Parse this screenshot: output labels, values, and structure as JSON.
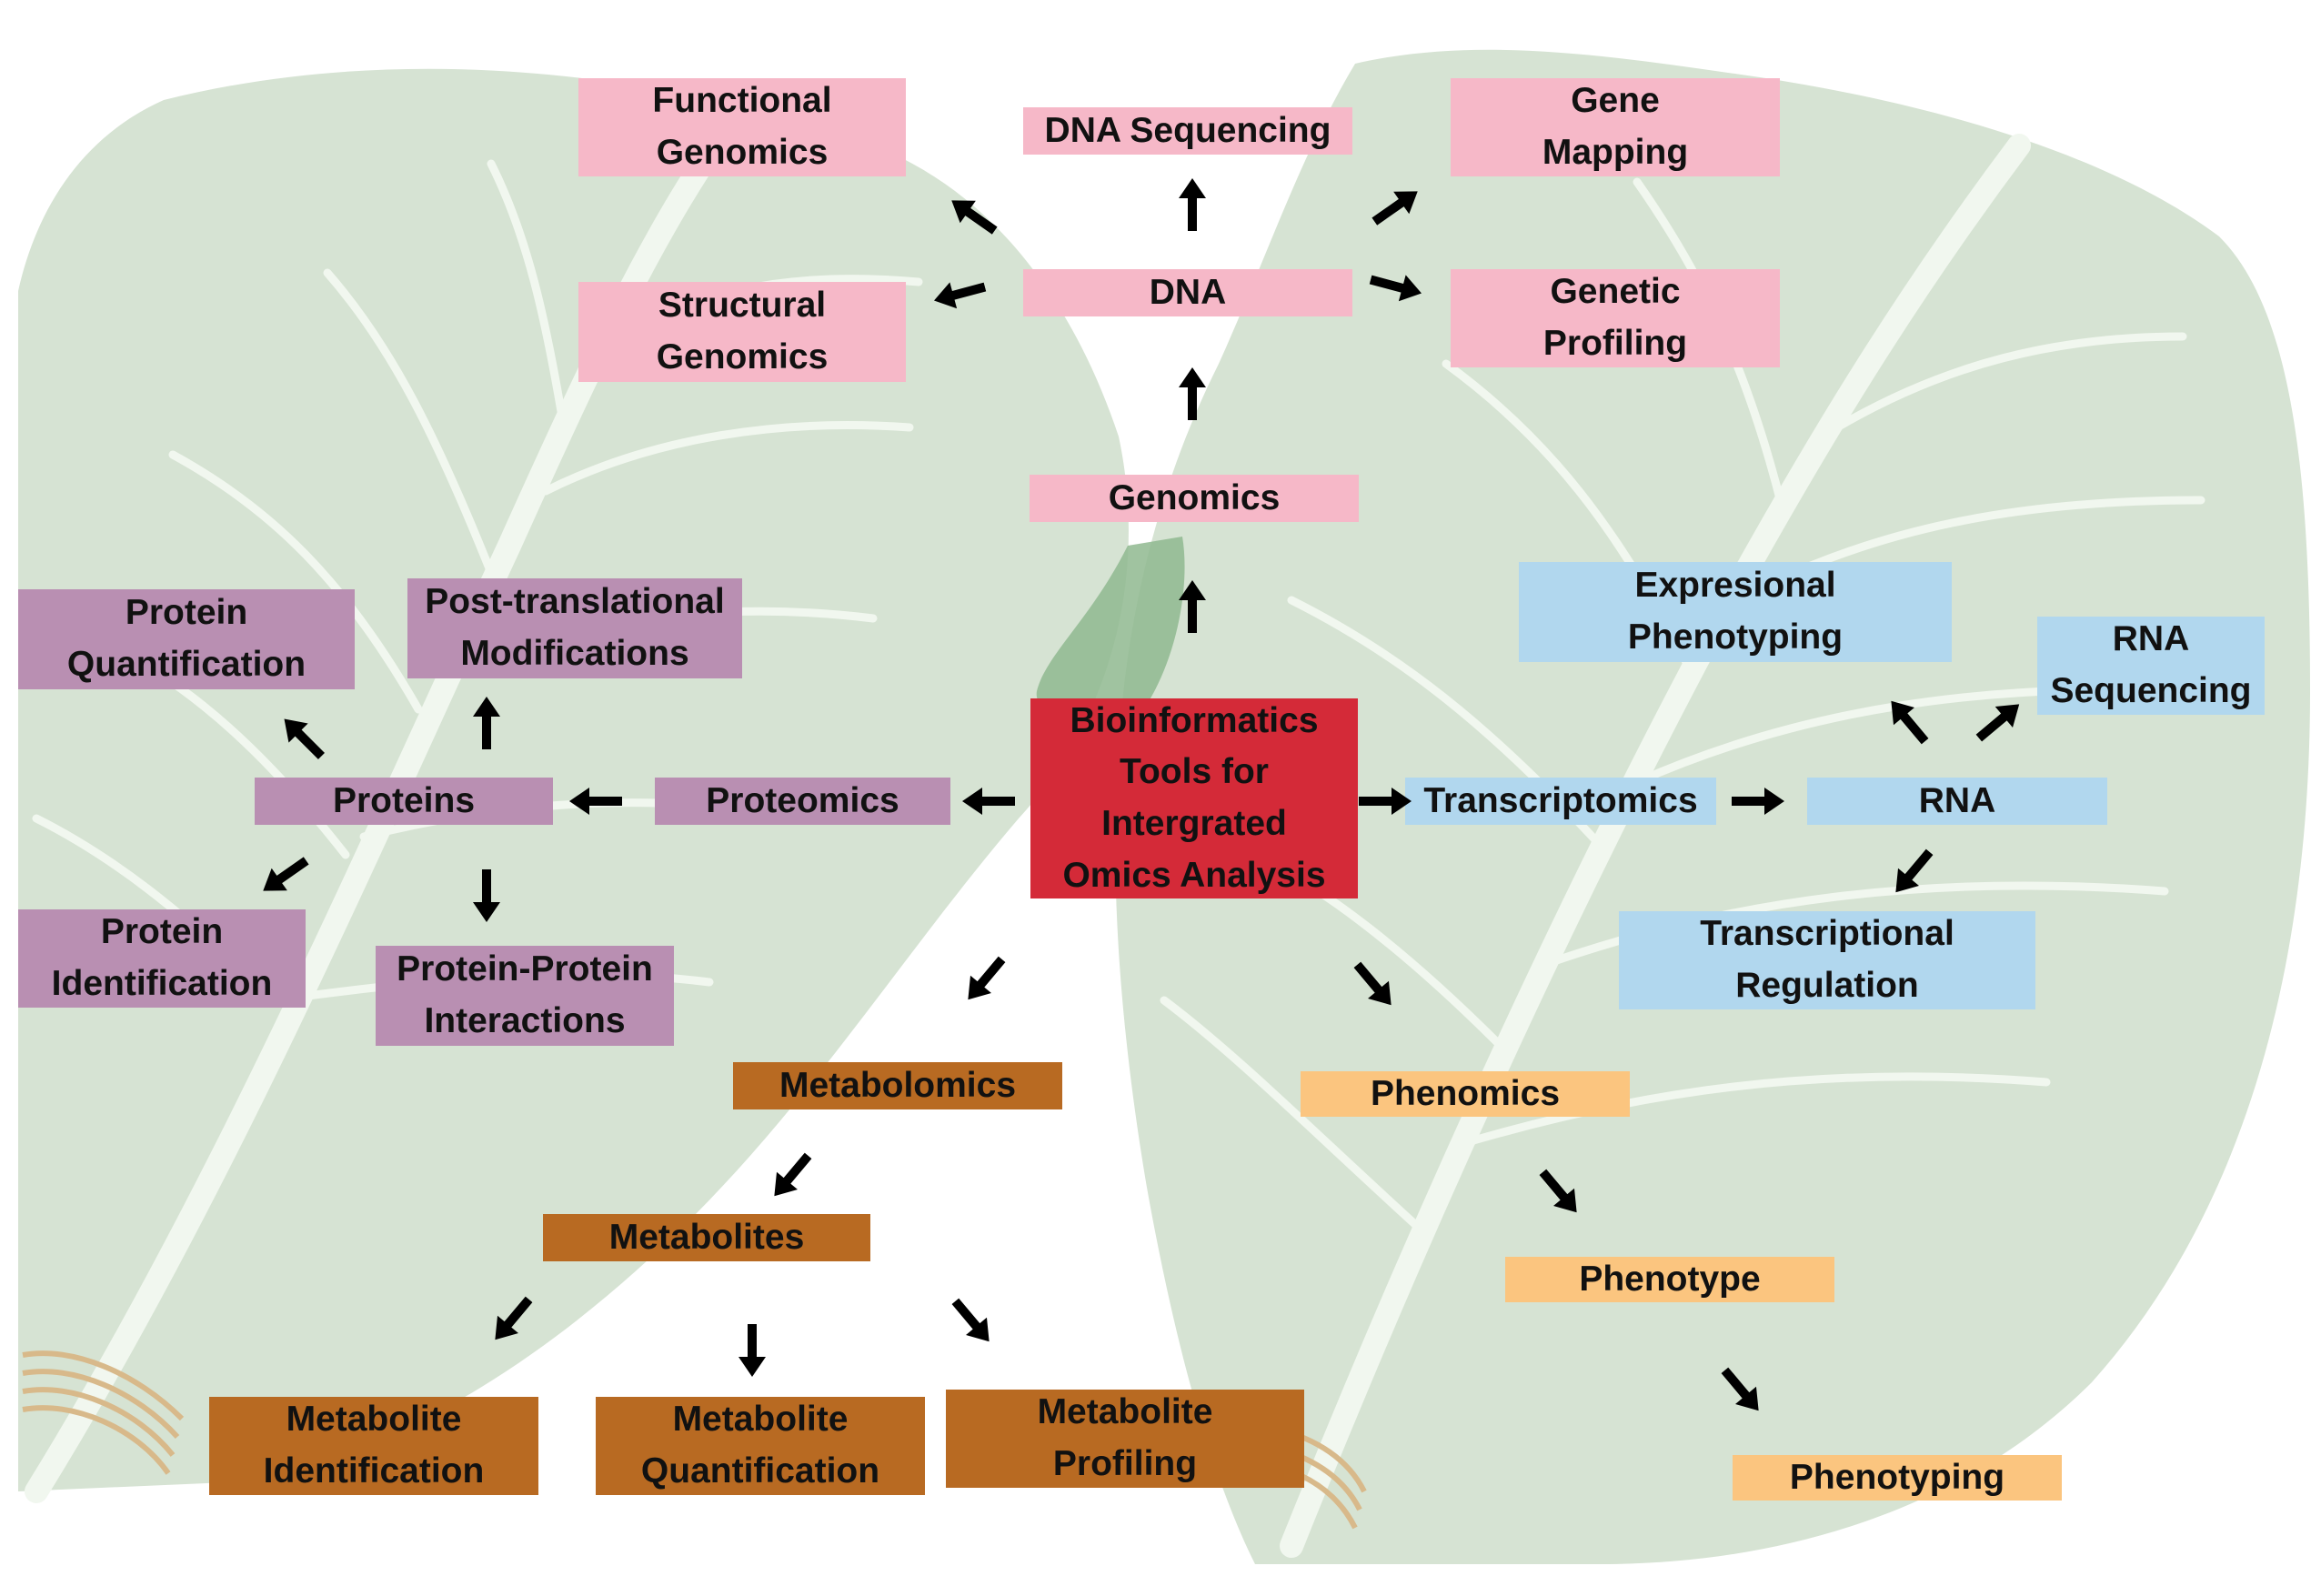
{
  "colors": {
    "leaf_fill": "#d6e3d3",
    "leaf_vein": "#f1f7ef",
    "stem": "#8fb98f",
    "genomics": "#f6b8c8",
    "proteomics": "#b98fb2",
    "transcriptomics": "#b1d7ee",
    "metabolomics": "#b86a22",
    "phenomics": "#fbc57f",
    "center": "#d42a38",
    "arrow": "#000000"
  },
  "nodes": {
    "center": "Bioinformatics\nTools for\nIntergrated\nOmics Analysis",
    "genomics": "Genomics",
    "dna": "DNA",
    "dna_sequencing": "DNA Sequencing",
    "functional_genomics": "Functional\nGenomics",
    "structural_genomics": "Structural\nGenomics",
    "gene_mapping": "Gene\nMapping",
    "genetic_profiling": "Genetic\nProfiling",
    "proteomics": "Proteomics",
    "proteins": "Proteins",
    "protein_quantification": "Protein\nQuantification",
    "post_translational": "Post-translational\nModifications",
    "protein_identification": "Protein\nIdentification",
    "protein_interactions": "Protein-Protein\nInteractions",
    "transcriptomics": "Transcriptomics",
    "rna": "RNA",
    "expressional_phenotyping": "Expresional\nPhenotyping",
    "rna_sequencing": "RNA\nSequencing",
    "transcriptional_regulation": "Transcriptional\nRegulation",
    "metabolomics": "Metabolomics",
    "metabolites": "Metabolites",
    "metabolite_identification": "Metabolite\nIdentification",
    "metabolite_quantification": "Metabolite\nQuantification",
    "metabolite_profiling": "Metabolite\nProfiling",
    "phenomics": "Phenomics",
    "phenotype": "Phenotype",
    "phenotyping": "Phenotyping"
  }
}
